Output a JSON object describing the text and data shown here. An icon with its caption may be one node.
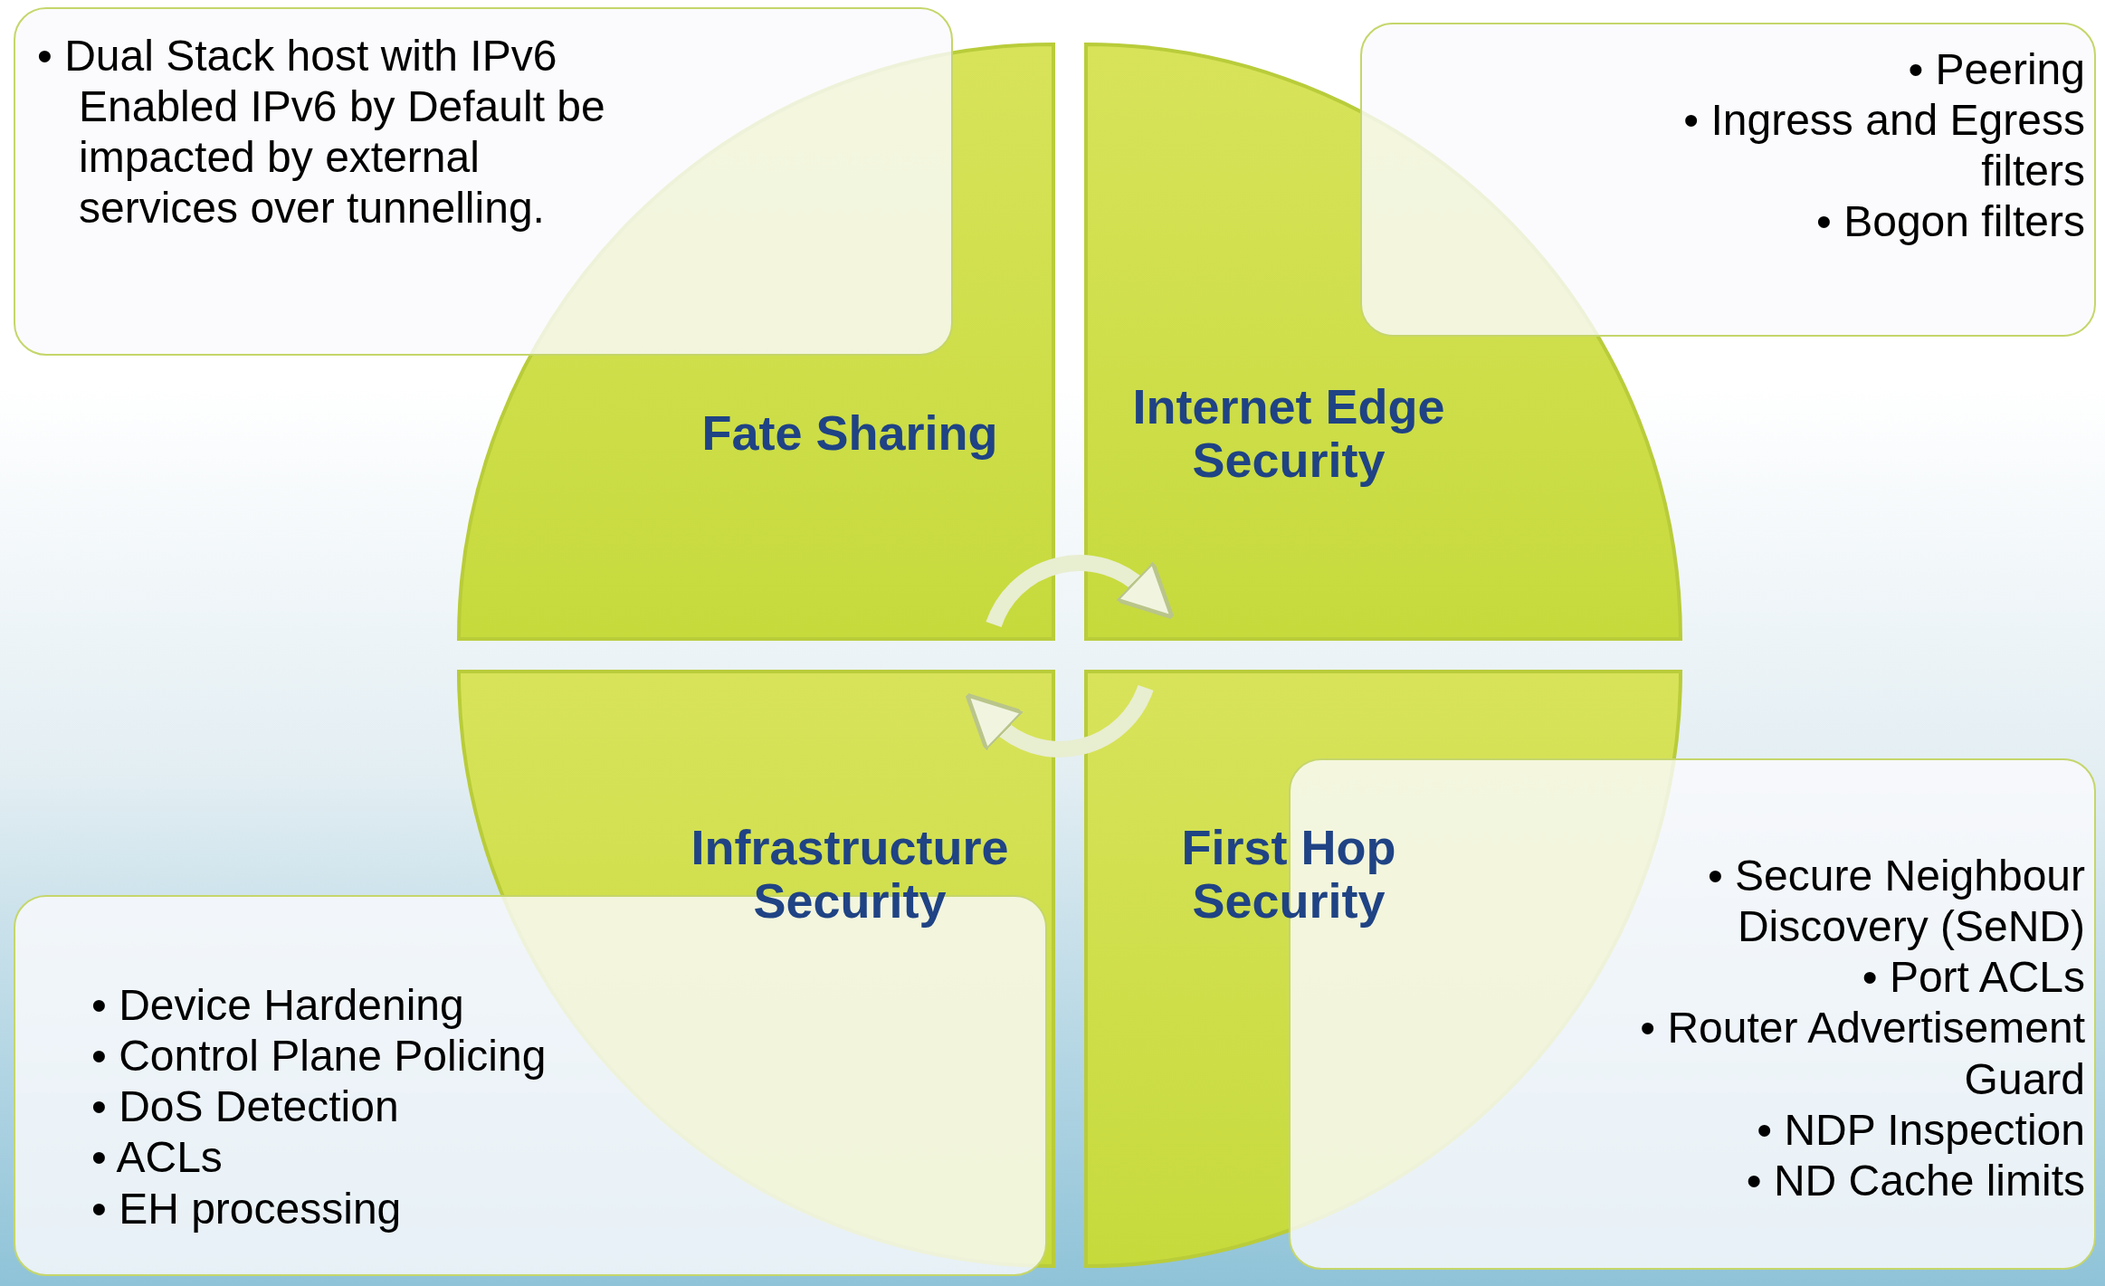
{
  "diagram": {
    "nodes": [
      {
        "text": [
          "• Dual Stack host with IPv6 Enabled IPv6 by Default be impacted by external services over tunnelling."
        ]
      },
      {
        "text": [
          "• Peering",
          "• Ingress and Egress filters",
          "• Bogon filters"
        ]
      },
      {
        "text": [
          "Fate Sharing"
        ]
      },
      {
        "text": [
          "Internet Edge Security"
        ]
      },
      {
        "text": [
          "Infrastructure Security"
        ]
      },
      {
        "text": [
          "First Hop Security"
        ]
      },
      {
        "text": [
          "• Secure Neighbour Discovery (SeND)",
          "• Port ACLs",
          "• Router Advertisement Guard",
          "• NDP Inspection",
          "• ND Cache limits"
        ]
      },
      {
        "text": [
          "• Device Hardening",
          "• Control Plane Policing",
          "• DoS Detection",
          "• ACLs",
          "• EH processing"
        ]
      }
    ],
    "edges": [
      {
        "from": 2,
        "to": 3,
        "arrow": "to"
      },
      {
        "from": 5,
        "to": 4,
        "arrow": "to"
      }
    ]
  }
}
